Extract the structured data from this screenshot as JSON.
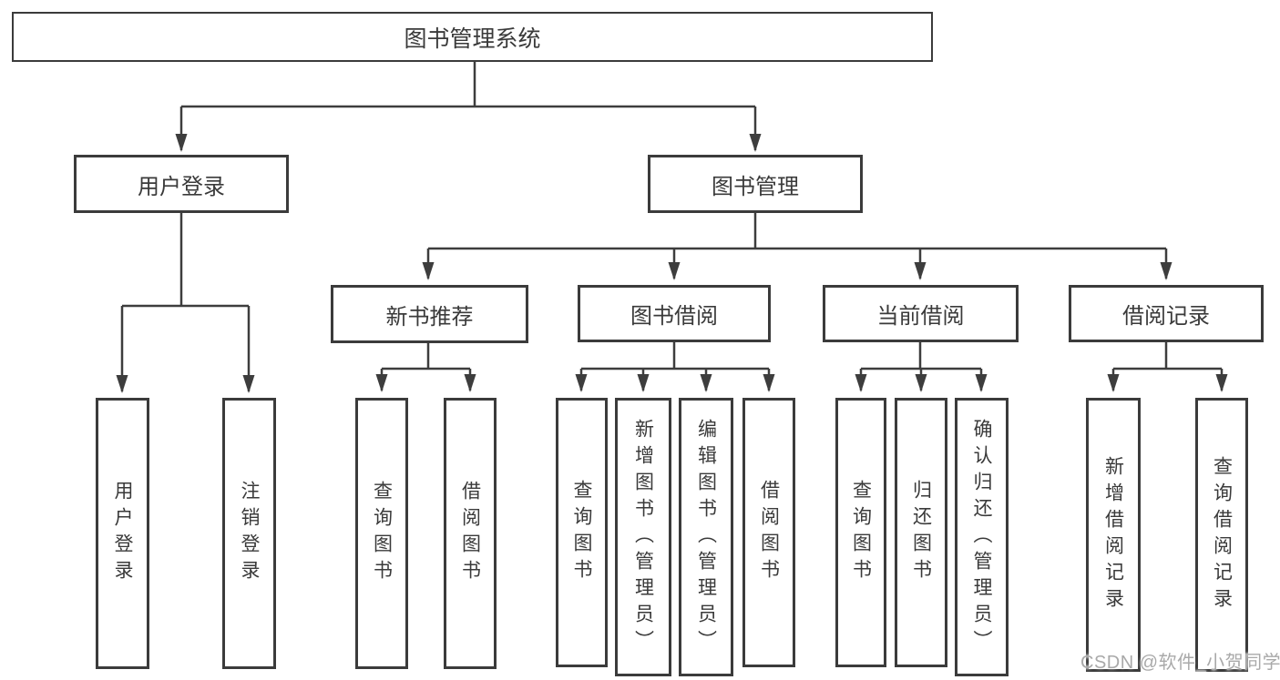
{
  "diagram": {
    "root": {
      "label": "图书管理系统"
    },
    "level1": {
      "user_login": {
        "label": "用户登录"
      },
      "book_mgmt": {
        "label": "图书管理"
      }
    },
    "level2": {
      "new_book": {
        "label": "新书推荐"
      },
      "book_borrow": {
        "label": "图书借阅"
      },
      "current_borrow": {
        "label": "当前借阅"
      },
      "borrow_records": {
        "label": "借阅记录"
      }
    },
    "leaves": {
      "login": {
        "label": "用户登录"
      },
      "logout": {
        "label": "注销登录"
      },
      "nb_query": {
        "label": "查询图书"
      },
      "nb_borrow": {
        "label": "借阅图书"
      },
      "bw_query": {
        "label": "查询图书"
      },
      "bw_add": {
        "label": "新增图书（管理员）"
      },
      "bw_edit": {
        "label": "编辑图书（管理员）"
      },
      "bw_borrow": {
        "label": "借阅图书"
      },
      "cur_query": {
        "label": "查询图书"
      },
      "cur_return": {
        "label": "归还图书"
      },
      "cur_confirm": {
        "label": "确认归还（管理员）"
      },
      "rec_add": {
        "label": "新增借阅记录"
      },
      "rec_query": {
        "label": "查询借阅记录"
      }
    },
    "colors": {
      "line": "#3d3d3d",
      "text": "#3a3a3a",
      "box_background": "#ffffff",
      "page_background": "#ffffff",
      "watermark": "#a9a9a9"
    },
    "watermark": {
      "text": "CSDN @软件_小贺同学"
    }
  }
}
